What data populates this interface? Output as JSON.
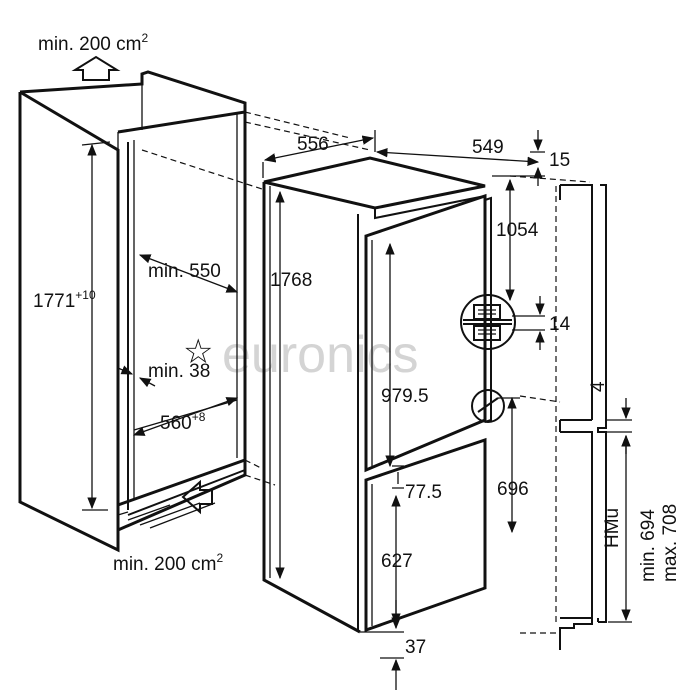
{
  "labels": {
    "vent_top": "min. 200 cm",
    "vent_top_exp": "2",
    "vent_bottom": "min. 200 cm",
    "vent_bottom_exp": "2",
    "niche_height": "1771",
    "niche_height_tol": "+10",
    "niche_depth": "min. 550",
    "niche_gap": "min. 38",
    "niche_width": "560",
    "niche_width_tol": "+8",
    "appliance_height": "1768",
    "appliance_width": "556",
    "appliance_depth": "549",
    "top_gap": "15",
    "upper_door": "1054",
    "hinge_gap": "14",
    "fridge_height": "979.5",
    "lower_door": "696",
    "middle_gap": "77.5",
    "freezer_height": "627",
    "bottom_gap": "37",
    "panel_gap": "4",
    "hmu_label": "HMu",
    "hmu_min": "min. 694",
    "hmu_max": "max. 708"
  },
  "watermark": "euronics",
  "colors": {
    "line": "#111111",
    "watermark": "#d4d4d4"
  }
}
